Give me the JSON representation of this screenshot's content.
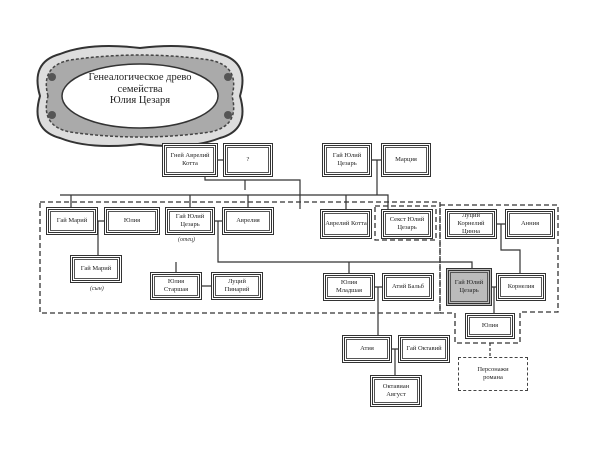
{
  "title": {
    "line1": "Генеалогическое древо",
    "line2": "семейства",
    "line3": "Юлия Цезаря"
  },
  "people": {
    "gnaeus": "Гней Аврелий Котта",
    "unknown": "?",
    "gaius_gf": "Гай Юлий Цезарь",
    "marcia": "Марция",
    "marius": "Гай Марий",
    "julia_aunt": "Юлия",
    "gaius_father": "Гай Юлий Цезарь",
    "aurelia": "Аврелия",
    "aurelius": "Аврелий Котта",
    "sextus": "Секст Юлий Цезарь",
    "cinna": "Луций Корнелий Цинна",
    "annia": "Анния",
    "marius_son": "Гай Марий",
    "julia_major": "Юлия Старшая",
    "pinarius": "Луций Пинарий",
    "julia_minor": "Юлия Младшая",
    "balbus": "Атий Бальб",
    "caesar": "Гай Юлий Цезарь",
    "cornelia": "Корнелия",
    "julia_daughter": "Юлия",
    "atia": "Атия",
    "octavius": "Гай Октавий",
    "augustus": "Октавиан Август"
  },
  "notes": {
    "father": "(отец)",
    "son": "(сын)"
  },
  "legend": "Персонажи романа"
}
